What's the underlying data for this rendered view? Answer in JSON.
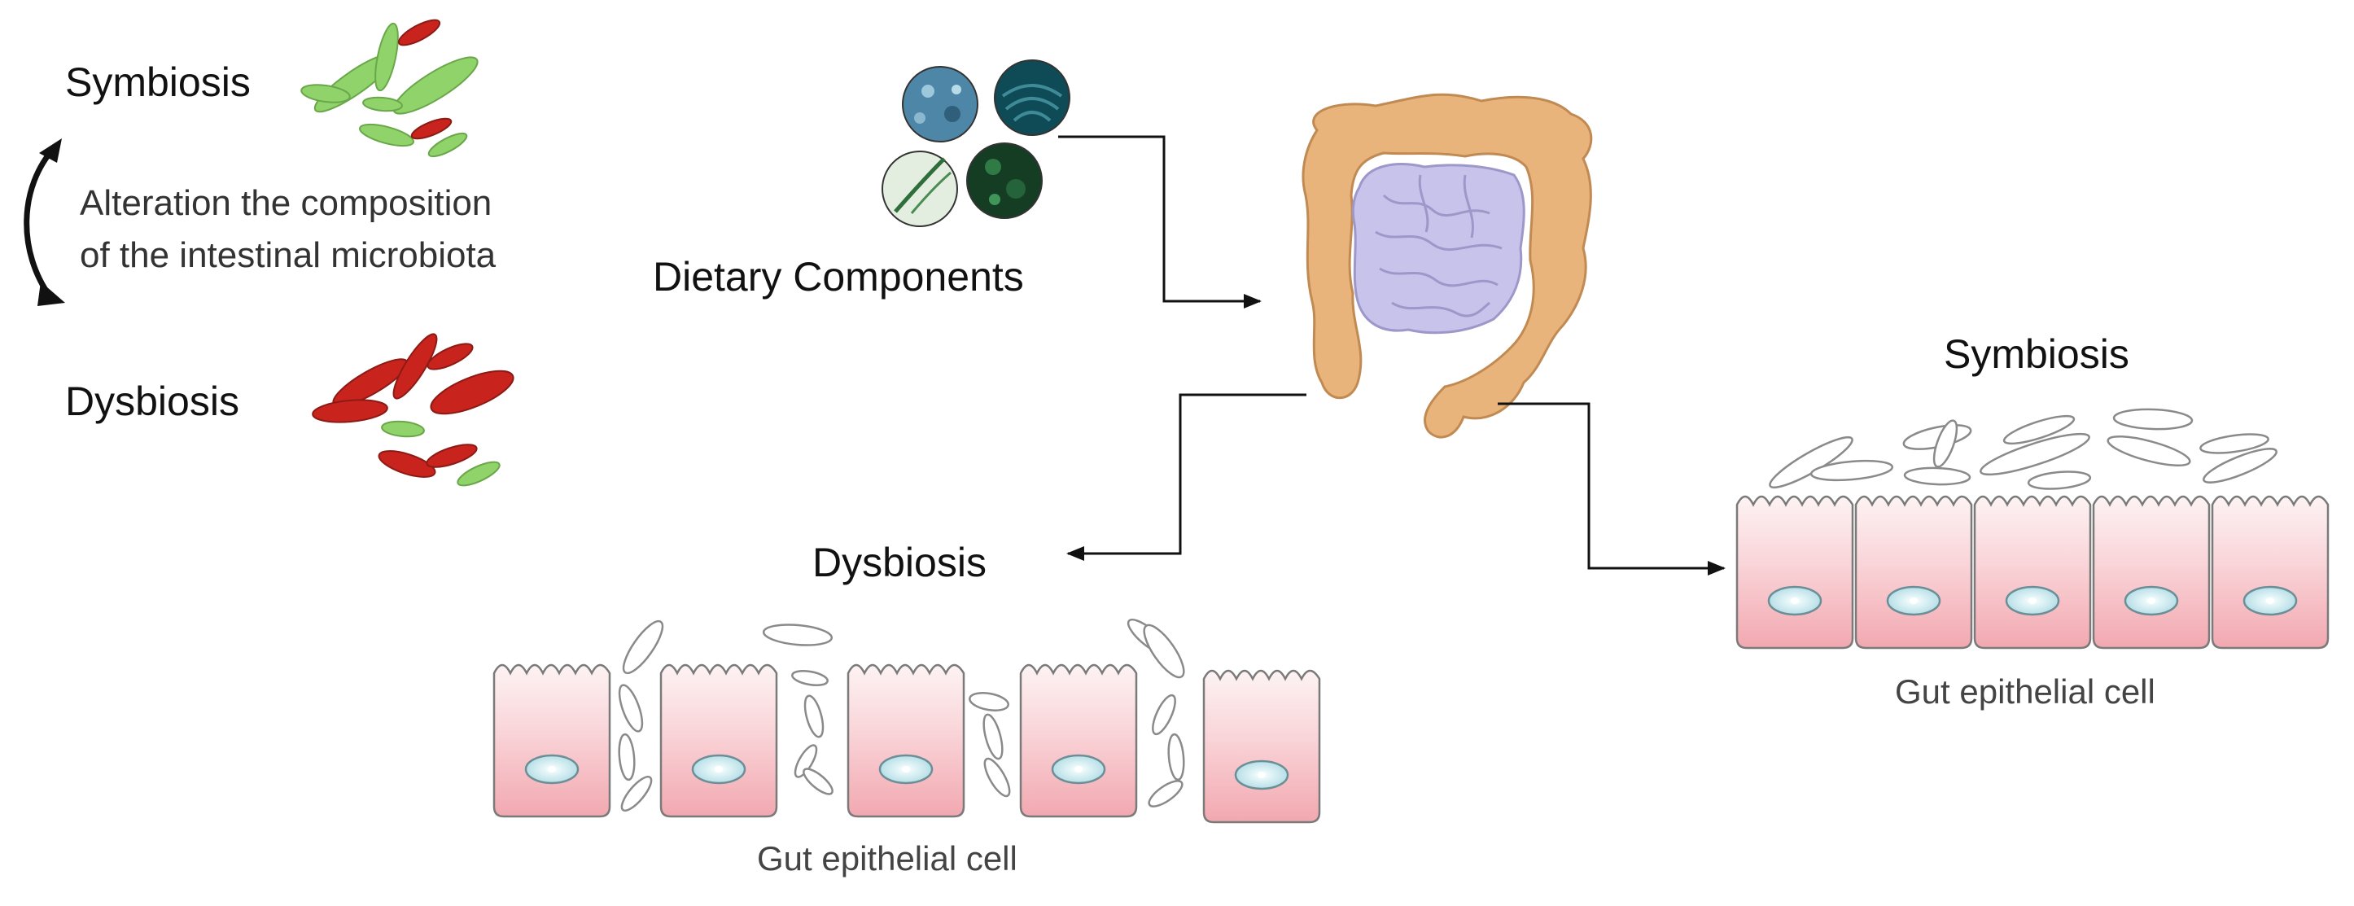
{
  "legend": {
    "top_label": "Symbiosis",
    "bottom_label": "Dysbiosis",
    "change_line1": "Alteration the composition",
    "change_line2": "of the intestinal microbiota"
  },
  "diet": {
    "label": "Dietary Components"
  },
  "dysbiosis_panel": {
    "title": "Dysbiosis",
    "caption": "Gut epithelial cell"
  },
  "symbiosis_panel": {
    "title": "Symbiosis",
    "caption": "Gut epithelial cell"
  },
  "colors": {
    "healthy_bacteria": "#8fd36a",
    "harmful_bacteria": "#c8231c",
    "colon": "#e8b47c",
    "small_intestine": "#c7c3ea",
    "cell_top": "#fdf3f3",
    "cell_bottom": "#f2a8b0",
    "nucleus": "#bfe3ea",
    "arrow": "#111111"
  }
}
